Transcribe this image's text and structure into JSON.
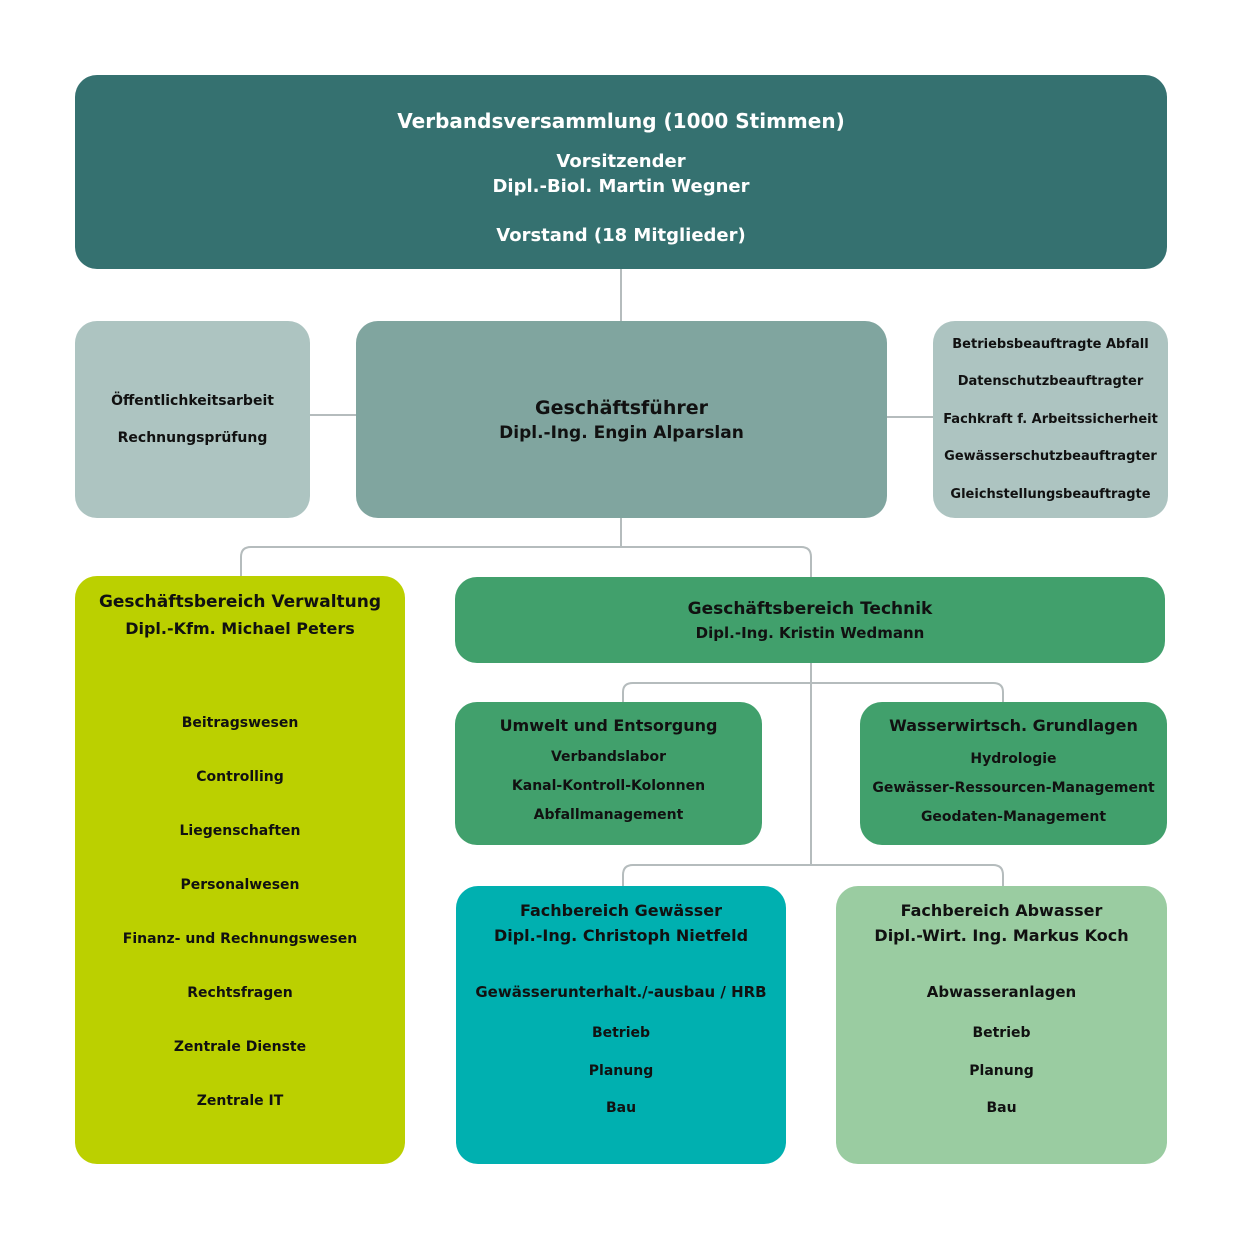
{
  "assembly": {
    "title": "Verbandsversammlung (1000 Stimmen)",
    "chair_role": "Vorsitzender",
    "chair_name": "Dipl.-Biol. Martin Wegner",
    "board": "Vorstand (18 Mitglieder)"
  },
  "staff_left": [
    "Öffentlichkeitsarbeit",
    "Rechnungsprüfung"
  ],
  "manager": {
    "title": "Geschäftsführer",
    "name": "Dipl.-Ing. Engin Alparslan"
  },
  "staff_right": [
    "Betriebsbeauftragte Abfall",
    "Datenschutzbeauftragter",
    "Fachkraft f. Arbeitssicherheit",
    "Gewässerschutzbeauftragter",
    "Gleichstellungsbeauftragte"
  ],
  "verwaltung": {
    "title": "Geschäftsbereich Verwaltung",
    "name": "Dipl.-Kfm. Michael Peters",
    "items": [
      "Beitragswesen",
      "Controlling",
      "Liegenschaften",
      "Personalwesen",
      "Finanz- und Rechnungswesen",
      "Rechtsfragen",
      "Zentrale Dienste",
      "Zentrale IT"
    ]
  },
  "technik": {
    "title": "Geschäftsbereich Technik",
    "name": "Dipl.-Ing. Kristin Wedmann"
  },
  "umwelt": {
    "title": "Umwelt und Entsorgung",
    "items": [
      "Verbandslabor",
      "Kanal-Kontroll-Kolonnen",
      "Abfallmanagement"
    ]
  },
  "wasserwirtschaft": {
    "title": "Wasserwirtsch. Grundlagen",
    "items": [
      "Hydrologie",
      "Gewässer-Ressourcen-Management",
      "Geodaten-Management"
    ]
  },
  "gewaesser": {
    "title": "Fachbereich Gewässer",
    "name": "Dipl.-Ing. Christoph Nietfeld",
    "subtitle": "Gewässerunterhalt./-ausbau / HRB",
    "items": [
      "Betrieb",
      "Planung",
      "Bau"
    ]
  },
  "abwasser": {
    "title": "Fachbereich Abwasser",
    "name": "Dipl.-Wirt. Ing. Markus Koch",
    "subtitle": "Abwasseranlagen",
    "items": [
      "Betrieb",
      "Planung",
      "Bau"
    ]
  }
}
